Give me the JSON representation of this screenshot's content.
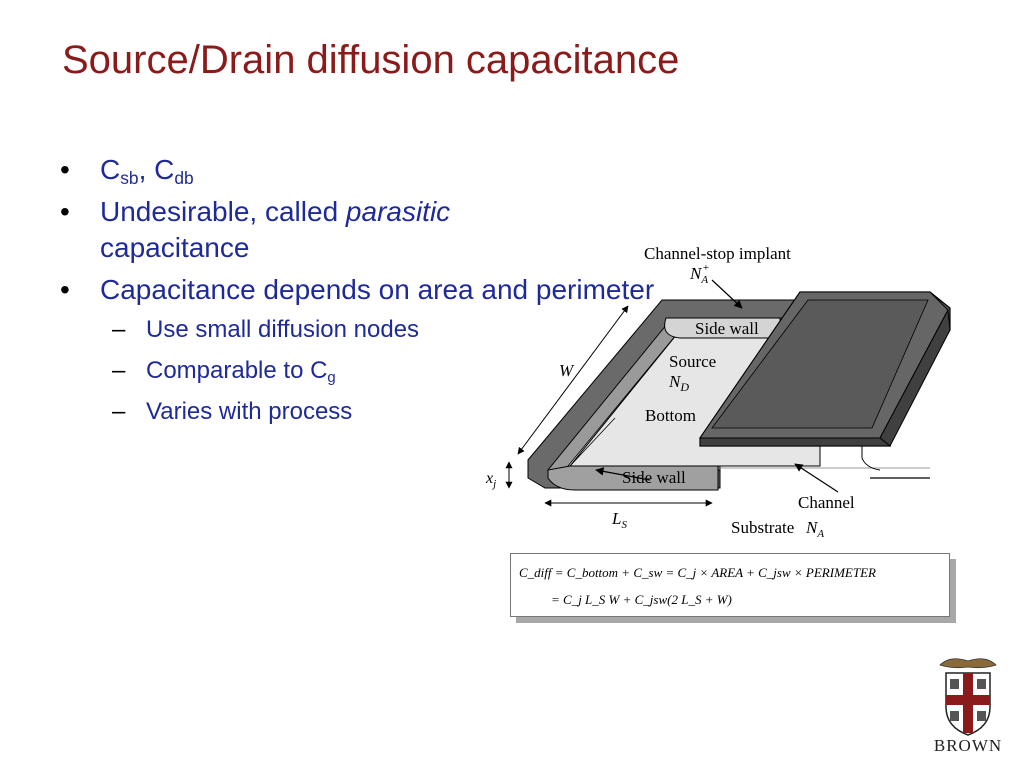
{
  "slide": {
    "title": "Source/Drain diffusion capacitance",
    "bullets": {
      "b1": {
        "c1": "C",
        "s1": "sb",
        "sep": ", ",
        "c2": "C",
        "s2": "db"
      },
      "b2": {
        "pre": "Undesirable, called ",
        "em": "parasitic",
        "post": " capacitance"
      },
      "b3": "Capacitance depends on area and perimeter",
      "sub1": "Use small diffusion nodes",
      "sub2": {
        "pre": "Comparable to C",
        "sub": "g"
      },
      "sub3": "Varies with process"
    },
    "bullet_glyph": "•",
    "dash_glyph": "–"
  },
  "figure": {
    "channel_stop": "Channel-stop implant",
    "na_plus": {
      "n": "N",
      "a": "A",
      "plus": "+"
    },
    "side_wall_top": "Side wall",
    "source": "Source",
    "nd": {
      "n": "N",
      "d": "D"
    },
    "bottom": "Bottom",
    "side_wall_bottom": "Side wall",
    "w": "W",
    "xj": {
      "x": "x",
      "j": "j"
    },
    "ls": {
      "l": "L",
      "s": "S"
    },
    "channel": "Channel",
    "substrate": "Substrate",
    "na_sub": {
      "n": "N",
      "a": "A"
    }
  },
  "formula": {
    "line1": "C_diff  =  C_bottom + C_sw  =  C_j × AREA + C_jsw × PERIMETER",
    "line2": "=  C_j L_S W + C_jsw(2 L_S + W)"
  },
  "logo": {
    "text": "BROWN"
  },
  "colors": {
    "title": "#8b1a1a",
    "bullet_text": "#1f2a9a",
    "gate": "#5f5f5f",
    "gate_edge": "#3a3a3a",
    "diffusion": "#e6e6e6",
    "diffusion_rim": "#666666"
  }
}
